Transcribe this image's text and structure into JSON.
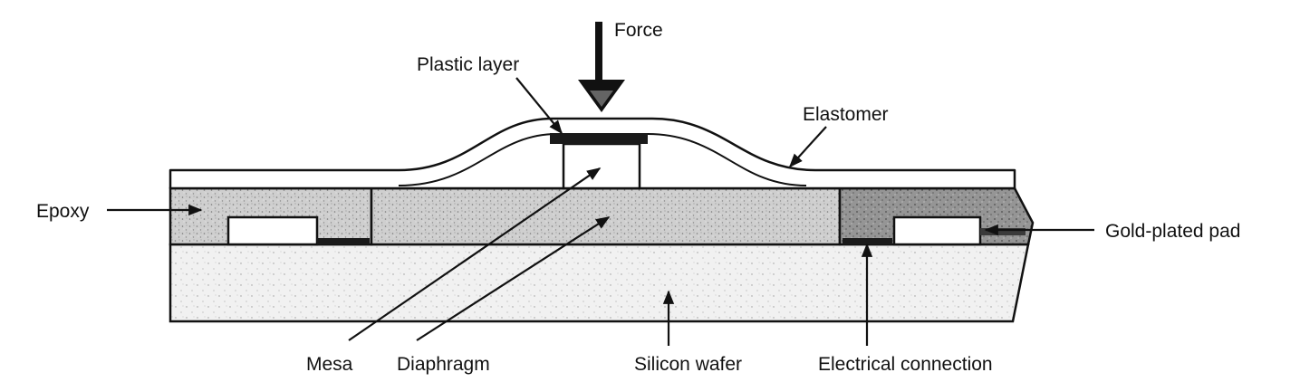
{
  "labels": {
    "force": "Force",
    "plastic_layer": "Plastic layer",
    "elastomer": "Elastomer",
    "epoxy": "Epoxy",
    "gold_plated_pad": "Gold-plated pad",
    "mesa": "Mesa",
    "diaphragm": "Diaphragm",
    "silicon_wafer": "Silicon wafer",
    "electrical_connection": "Electrical connection"
  },
  "colors": {
    "ink": "#111111",
    "epoxy_fill": "#c9c9c9",
    "gold_pad_region": "#8f8f8f",
    "diaphragm_fill": "#d8d8d8",
    "wafer_fill": "#efefef",
    "background": "#ffffff"
  }
}
